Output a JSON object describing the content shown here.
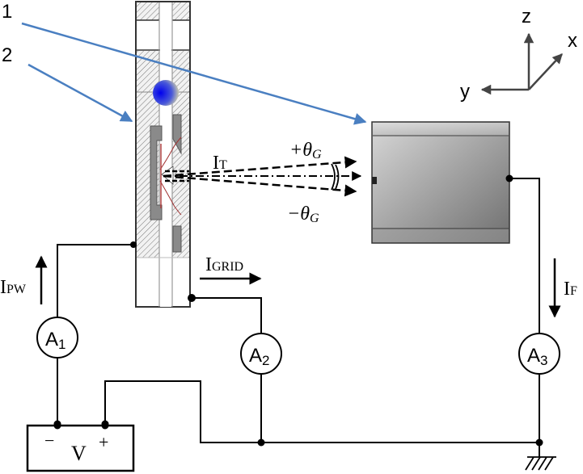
{
  "callouts": [
    {
      "id": "1",
      "label": "1"
    },
    {
      "id": "2",
      "label": "2"
    }
  ],
  "axes": {
    "z": "z",
    "x": "x",
    "y": "y"
  },
  "beam": {
    "label_main": "I",
    "label_sub": "T",
    "plus_angle": "+θ",
    "minus_angle": "−θ",
    "angle_sub": "G"
  },
  "currents": {
    "pw": {
      "main": "I",
      "sub": "PW"
    },
    "grid": {
      "main": "I",
      "sub": "GRID"
    },
    "f": {
      "main": "I",
      "sub": "F"
    }
  },
  "ammeters": [
    {
      "main": "A",
      "sub": "1"
    },
    {
      "main": "A",
      "sub": "2"
    },
    {
      "main": "A",
      "sub": "3"
    }
  ],
  "supply": {
    "minus": "−",
    "label": "V",
    "plus": "+"
  },
  "colors": {
    "callout_arrow": "#4a7fc1",
    "wire": "#000000",
    "sphere": "#1010e0",
    "electrode": "#8a8a8a",
    "target": "#9a9a9a"
  }
}
